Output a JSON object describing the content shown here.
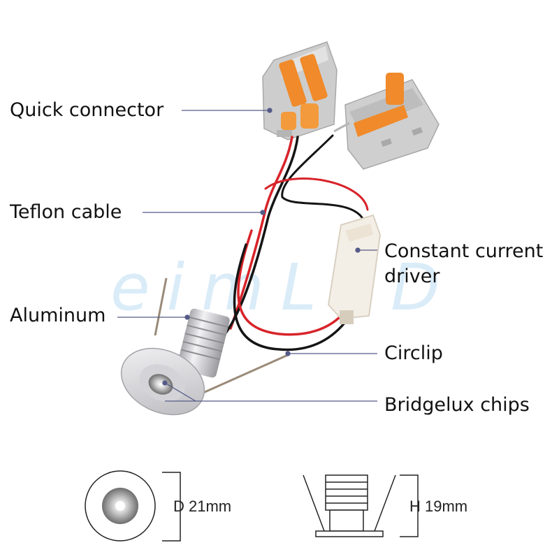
{
  "callouts": {
    "quick_connector": "Quick connector",
    "teflon_cable": "Teflon cable",
    "constant_current_driver_line1": "Constant current",
    "constant_current_driver_line2": "driver",
    "aluminum": "Aluminum",
    "circlip": "Circlip",
    "bridgelux_chips": "Bridgelux chips"
  },
  "dimensions": {
    "diameter": "D 21mm",
    "height": "H 19mm"
  },
  "watermark": "eimLED",
  "colors": {
    "leader_line": "#555b88",
    "connector_grey": "#c9c9c9",
    "connector_lever": "#f08a2a",
    "wire_red": "#d8232a",
    "wire_black": "#151515",
    "driver_body": "#f4efe6",
    "aluminum": "#cfcfd2"
  }
}
